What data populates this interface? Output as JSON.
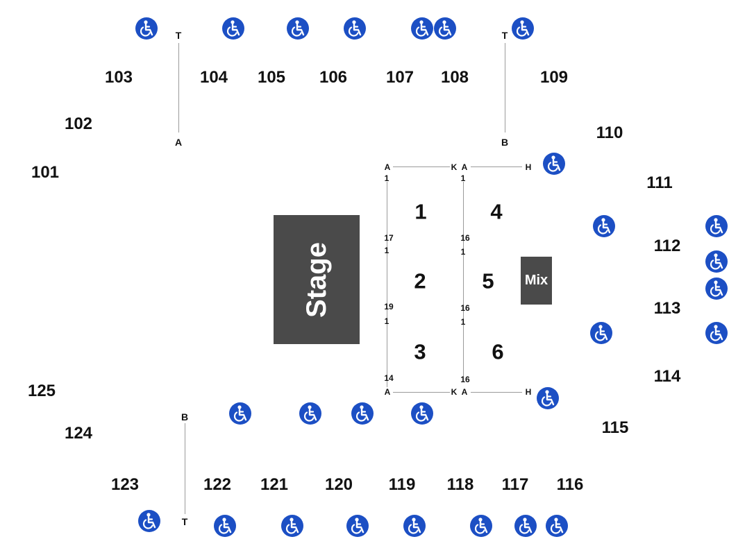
{
  "stage_label": "Stage",
  "mix_label": "Mix",
  "sections": {
    "s101": "101",
    "s102": "102",
    "s103": "103",
    "s104": "104",
    "s105": "105",
    "s106": "106",
    "s107": "107",
    "s108": "108",
    "s109": "109",
    "s110": "110",
    "s111": "111",
    "s112": "112",
    "s113": "113",
    "s114": "114",
    "s115": "115",
    "s116": "116",
    "s117": "117",
    "s118": "118",
    "s119": "119",
    "s120": "120",
    "s121": "121",
    "s122": "122",
    "s123": "123",
    "s124": "124",
    "s125": "125"
  },
  "floor_sections": {
    "f1": "1",
    "f2": "2",
    "f3": "3",
    "f4": "4",
    "f5": "5",
    "f6": "6"
  },
  "row_labels": {
    "top_left_t": "T",
    "top_left_a": "A",
    "top_right_t": "T",
    "top_right_b": "B",
    "bottom_left_b": "B",
    "bottom_left_t": "T",
    "floor_top_a1": "A",
    "floor_top_k": "K",
    "floor_top_a2": "A",
    "floor_top_h": "H",
    "floor_bottom_a1": "A",
    "floor_bottom_k": "K",
    "floor_bottom_a2": "A",
    "floor_bottom_h": "H"
  },
  "seat_numbers": {
    "left_1a": "1",
    "left_17": "17",
    "left_1b": "1",
    "left_19": "19",
    "left_1c": "1",
    "left_14": "14",
    "right_1a": "1",
    "right_16a": "16",
    "right_1b": "1",
    "right_16b": "16",
    "right_1c": "1",
    "right_16c": "16"
  },
  "accessibility": {
    "icon": "wheelchair-icon",
    "color": "#1c4fc4"
  }
}
